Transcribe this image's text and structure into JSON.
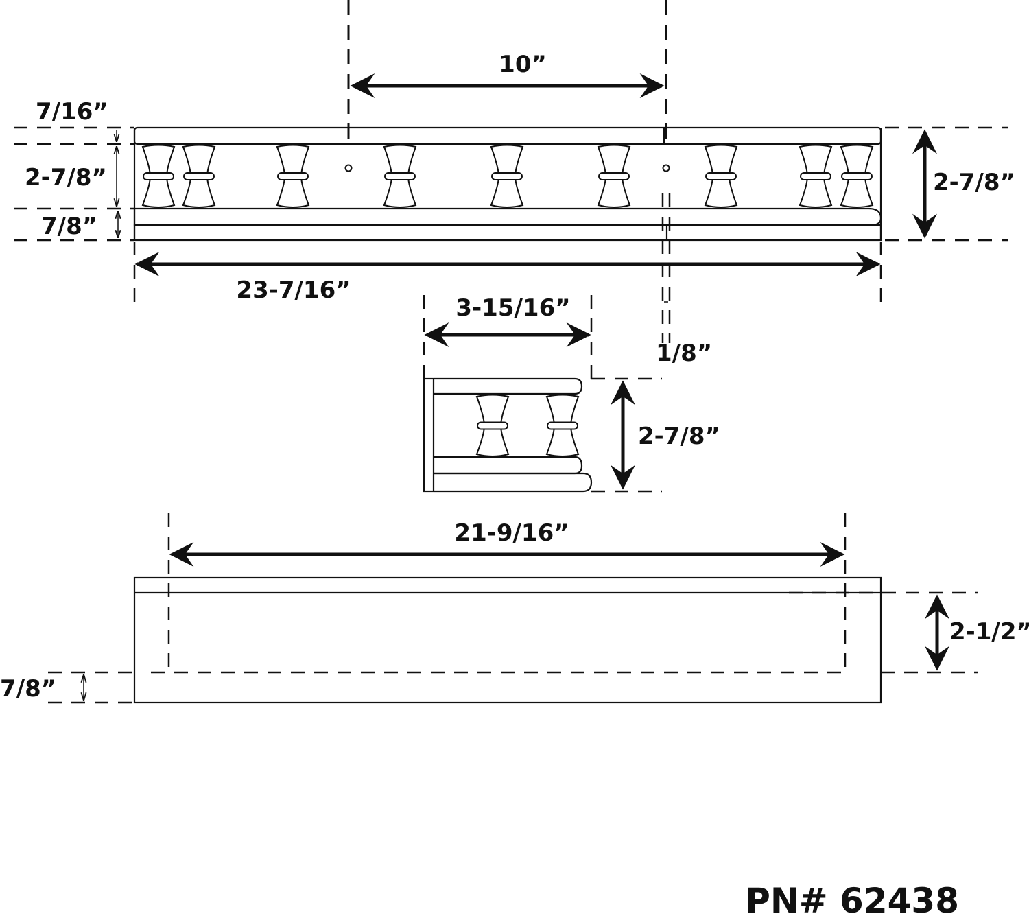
{
  "dimensions": {
    "top_spacing": "10”",
    "top_rail": "7/16”",
    "gallery_height_left": "2-7/8”",
    "base_rail": "7/8”",
    "overall_height_right": "2-7/8”",
    "overall_length": "23-7/16”",
    "side_depth": "3-15/16”",
    "gap": "1/8”",
    "side_height": "2-7/8”",
    "inner_length": "21-9/16”",
    "bottom_height": "2-1/2”",
    "bottom_rail": "7/8”"
  },
  "part_number": "PN# 62438",
  "colors": {
    "line": "#111111",
    "background": "#ffffff"
  },
  "icons": {
    "arrowhead": "arrowhead-icon",
    "mount_hole": "keyhole-icon"
  }
}
